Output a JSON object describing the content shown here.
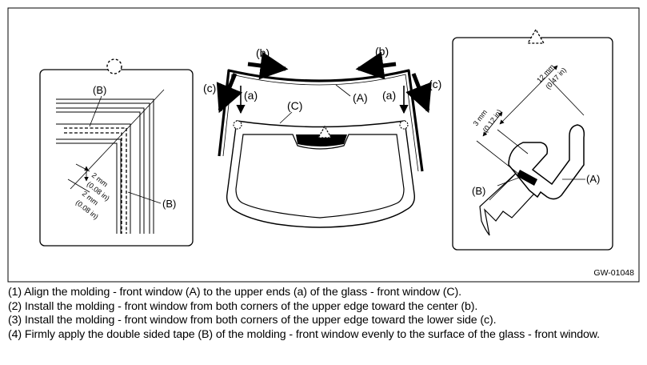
{
  "figure": {
    "code": "GW-01048",
    "left_detail": {
      "label_b_top": "(B)",
      "label_b_right": "(B)",
      "dim_inner_mm": "2 mm",
      "dim_inner_in": "(0.08 in)",
      "dim_outer_mm": "2 mm",
      "dim_outer_in": "(0.08 in)"
    },
    "windshield": {
      "label_b_left": "(b)",
      "label_b_right": "(b)",
      "label_c_left": "(c)",
      "label_c_right": "(c)",
      "label_a_left": "(a)",
      "label_a_right": "(a)",
      "label_a_molding": "(A)",
      "label_c_glass": "(C)"
    },
    "right_detail": {
      "dim_12_mm": "12 mm",
      "dim_12_in": "(0.47 in)",
      "dim_3_mm": "3 mm",
      "dim_3_in": "(0.12 in)",
      "label_a": "(A)",
      "label_b": "(B)"
    }
  },
  "steps": [
    "(1) Align the molding - front window (A) to the upper ends (a) of the glass - front window (C).",
    "(2) Install the molding - front window from both corners of the upper edge toward the center (b).",
    "(3) Install the molding - front window from both corners of the upper edge toward the lower side (c).",
    "(4) Firmly apply the double sided tape (B) of the molding - front window evenly to the surface of the glass - front window."
  ]
}
